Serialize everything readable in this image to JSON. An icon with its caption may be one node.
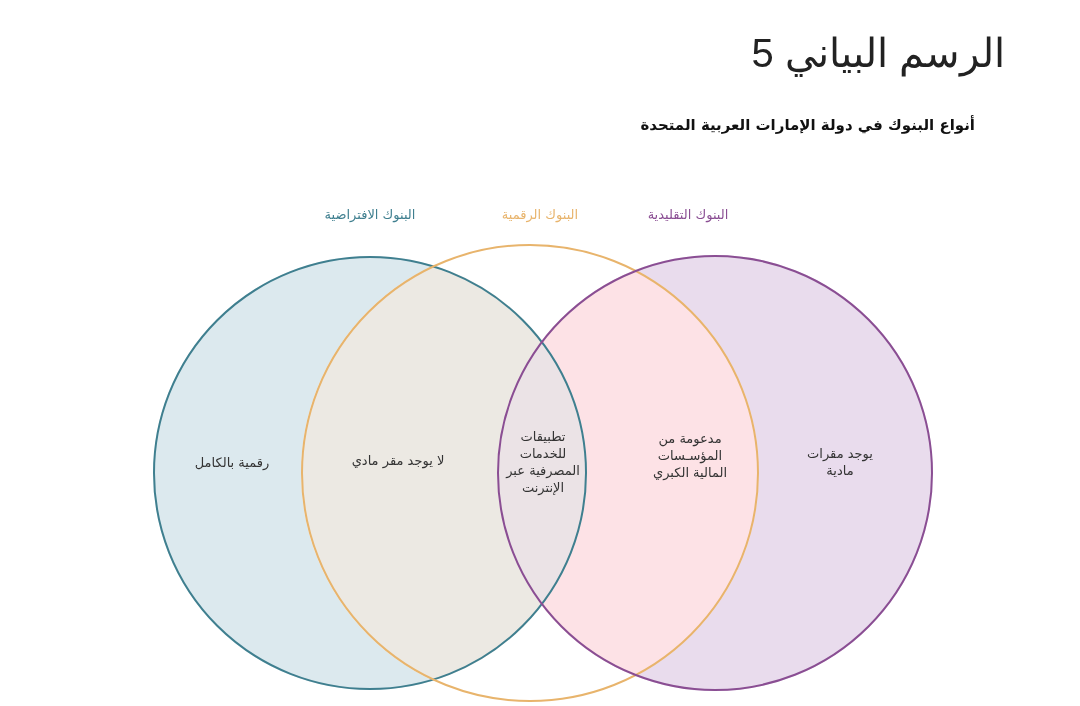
{
  "diagram": {
    "title": "الرسم البياني 5",
    "nodes": [
      {
        "text": [
          "البنوك الافتراضية",
          "رقمية بالكامل"
        ]
      },
      {
        "text": [
          "البنوك الرقمية"
        ]
      },
      {
        "text": [
          "البنوك التقليدية",
          "يوجد مقرات مادية"
        ]
      }
    ],
    "labels": [
      "أنواع البنوك في دولة الإمارات العربية المتحدة",
      "لا يوجد مقر مادي",
      "تطبيقات للخدمات المصرفية عبر الإنترنت",
      "مدعومة من المؤسـسات المالية الكبري"
    ]
  }
}
